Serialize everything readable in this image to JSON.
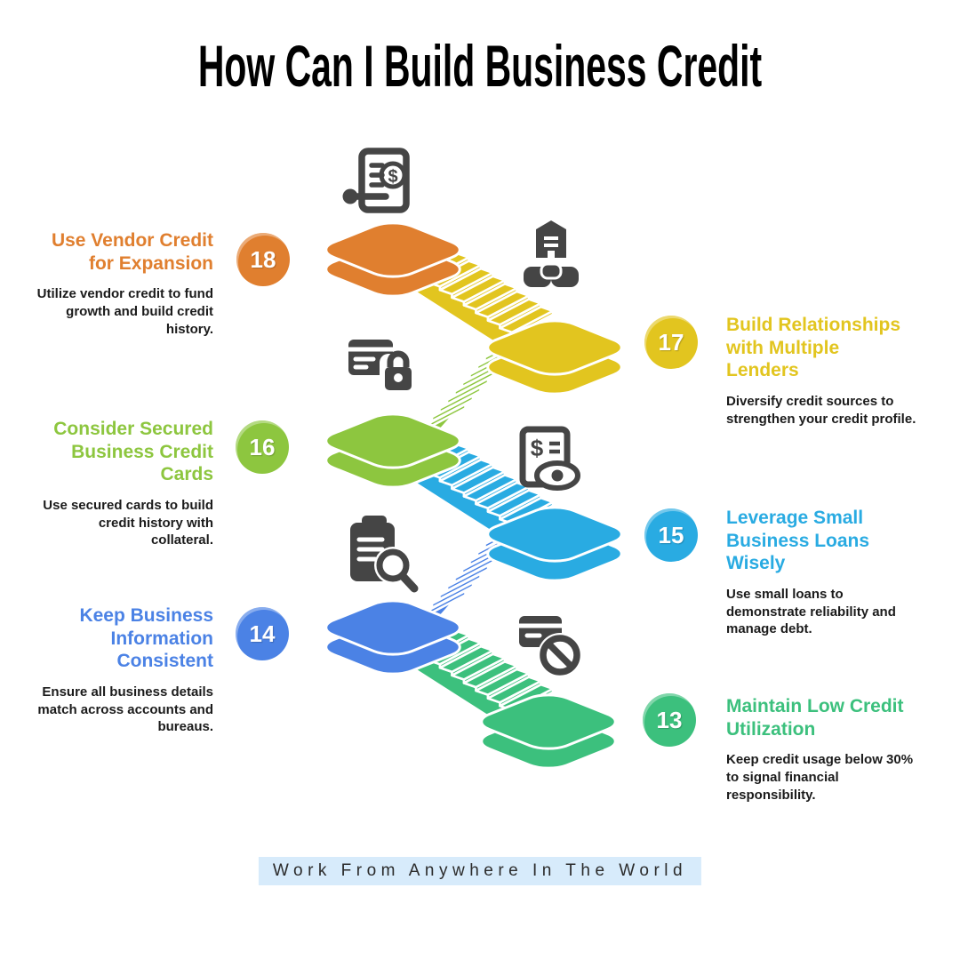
{
  "title": "How Can I Build Business Credit",
  "footer": "Work From Anywhere In The World",
  "colors": {
    "icon": "#454545",
    "footer_bg": "#D7EBFB",
    "description_text": "#1B1B1B",
    "outline": "#FFFFFF"
  },
  "steps": [
    {
      "number": "18",
      "side": "left",
      "color": "#E07F2F",
      "icon": "invoice-pen-icon",
      "title": "Use Vendor Credit for Expansion",
      "description": "Utilize vendor credit to fund growth and build credit history."
    },
    {
      "number": "17",
      "side": "right",
      "color": "#E2C51F",
      "icon": "bank-handshake-icon",
      "title": "Build Relationships with Multiple Lenders",
      "description": "Diversify credit sources to strengthen your credit profile."
    },
    {
      "number": "16",
      "side": "left",
      "color": "#8DC63F",
      "icon": "card-lock-icon",
      "title": "Consider Secured Business Credit Cards",
      "description": "Use secured cards to build credit history with collateral."
    },
    {
      "number": "15",
      "side": "right",
      "color": "#29ABE2",
      "icon": "receipt-eye-icon",
      "title": "Leverage Small Business Loans Wisely",
      "description": "Use small loans to demonstrate reliability and manage debt."
    },
    {
      "number": "14",
      "side": "left",
      "color": "#4B82E5",
      "icon": "clipboard-search-icon",
      "title": "Keep Business Information Consistent",
      "description": "Ensure all business details match across accounts and bureaus."
    },
    {
      "number": "13",
      "side": "right",
      "color": "#3CC07D",
      "icon": "card-blocked-icon",
      "title": "Maintain Low Credit Utilization",
      "description": "Keep credit usage below 30% to signal financial responsibility."
    }
  ]
}
